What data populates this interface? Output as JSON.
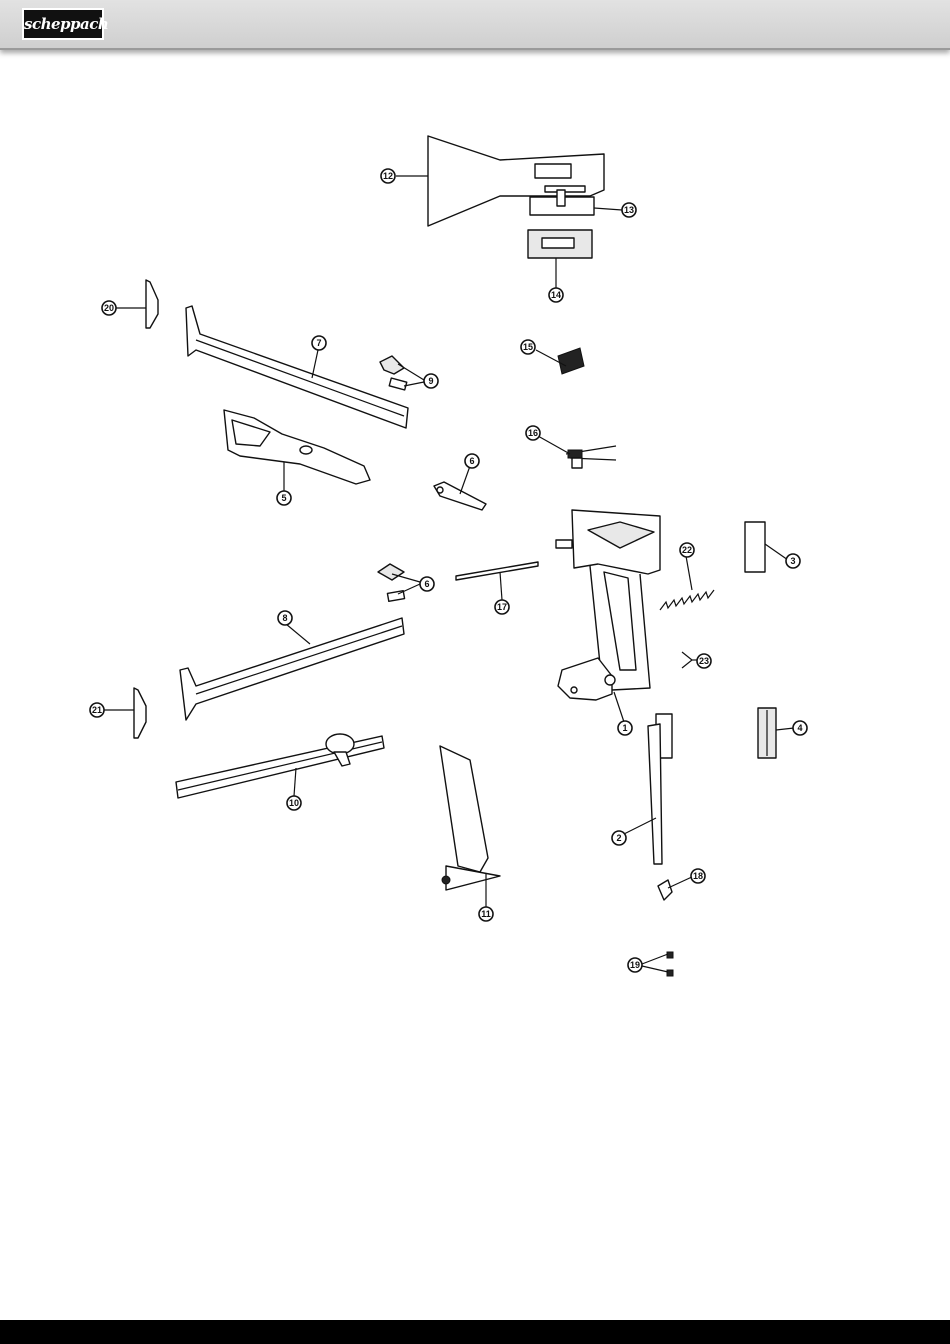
{
  "header": {
    "brand": "scheppach"
  },
  "callouts": [
    "12",
    "13",
    "14",
    "20",
    "7",
    "9",
    "15",
    "5",
    "6",
    "16",
    "3",
    "22",
    "6",
    "17",
    "8",
    "21",
    "23",
    "1",
    "4",
    "10",
    "2",
    "11",
    "18",
    "19"
  ]
}
